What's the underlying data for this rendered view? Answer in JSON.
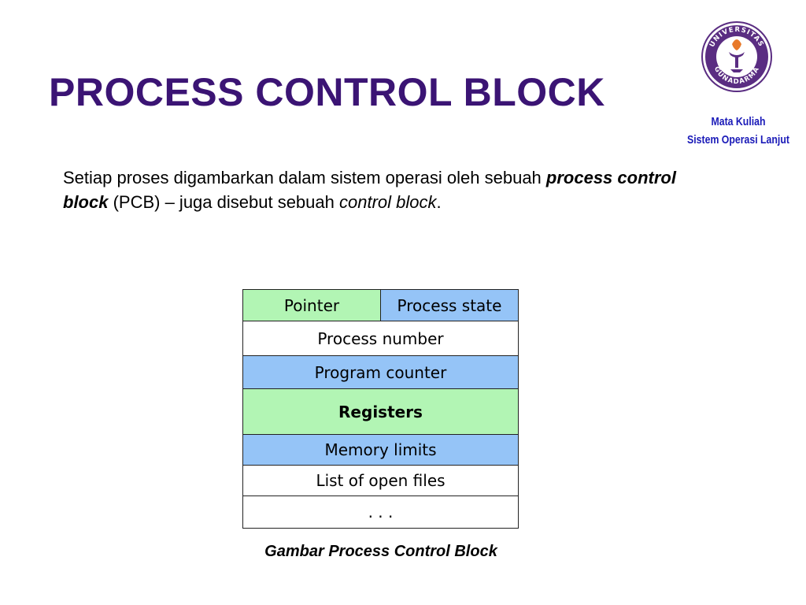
{
  "slide": {
    "title": "PROCESS CONTROL BLOCK",
    "course_line1": "Mata Kuliah",
    "course_line2": "Sistem Operasi Lanjut",
    "logo_text": "UNIVERSITAS GUNADARMA",
    "intro": {
      "part1": "Setiap proses digambarkan dalam sistem operasi oleh sebuah ",
      "emph1": "process control block",
      "part2": " (PCB) – juga disebut sebuah ",
      "emph2": "control block",
      "part3": "."
    },
    "pcb": {
      "pointer": "Pointer",
      "process_state": "Process state",
      "process_number": "Process number",
      "program_counter": "Program counter",
      "registers": "Registers",
      "memory_limits": "Memory limits",
      "open_files": "List of open files",
      "ellipsis": ". . ."
    },
    "caption": "Gambar Process Control Block"
  },
  "colors": {
    "title": "#3b1474",
    "course": "#1a1ab8",
    "green": "#b2f5b4",
    "blue": "#95c4f7",
    "logo_purple": "#5a2d82"
  }
}
